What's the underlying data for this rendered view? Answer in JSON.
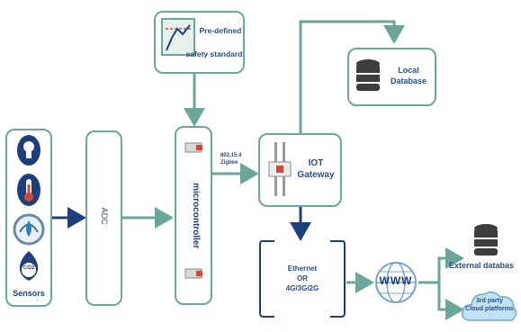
{
  "diagram": {
    "sensors_label": "Sensors",
    "adc_label": "ADC",
    "microcontroller_label": "microcontroller",
    "zigbee_label_line1": "802.15.4",
    "zigbee_label_line2": "Zigbee",
    "safety_label_line1": "Pre-defined",
    "safety_label_line2": "safety standard",
    "gateway_label_line1": "IOT",
    "gateway_label_line2": "Gateway",
    "local_db_line1": "Local",
    "local_db_line2": "Database",
    "network_line1": "Ethernet",
    "network_line2": "OR",
    "network_line3": "4G/3G/2G",
    "www_label": "WWW",
    "external_db_label": "External databas",
    "cloud_line1": "3rd party",
    "cloud_line2": "Cloud platforms",
    "co2_label": "CO2",
    "colors": {
      "green_line": "#6aa69a",
      "dark_blue": "#1f3f7a",
      "text_blue": "#2a4f86",
      "cloud_fill": "#bfe3f5"
    }
  }
}
